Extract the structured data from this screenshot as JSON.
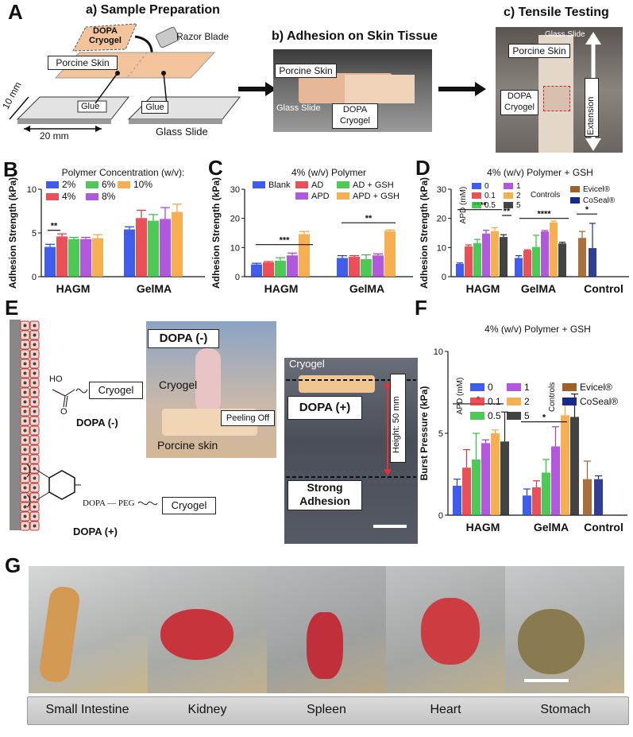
{
  "panel_letters": {
    "a": "A",
    "b": "B",
    "c": "C",
    "d": "D",
    "e": "E",
    "f": "F",
    "g": "G"
  },
  "panelA": {
    "step_a_title": "a) Sample Preparation",
    "step_b_title": "b) Adhesion on Skin Tissue",
    "step_c_title": "c) Tensile Testing",
    "dopa_cryogel": [
      "DOPA",
      "Cryogel"
    ],
    "razor_blade": "Razor Blade",
    "porcine_skin": "Porcine Skin",
    "glue": "Glue",
    "glass_slide": "Glass Slide",
    "dim_10": "10 mm",
    "dim_20": "20 mm",
    "b_porcine_skin": "Porcine Skin",
    "b_glass_slide": "Glass Slide",
    "b_dopa_cryogel": [
      "DOPA",
      "Cryogel"
    ],
    "c_glass_slide": "Glass Slide",
    "c_porcine_skin": "Porcine Skin",
    "c_dopa_cryogel": [
      "DOPA",
      "Cryogel"
    ],
    "c_extension": "Extension"
  },
  "panelE": {
    "ho": "HO",
    "o": "O",
    "cryogel_box": "Cryogel",
    "dopa_minus": "DOPA (-)",
    "dopa_plus": "DOPA (+)",
    "chain": "DOPA — PEG",
    "photo1_title": "DOPA (-)",
    "photo1_cryogel": "Cryogel",
    "photo1_peeling": "Peeling Off",
    "photo1_skin": "Porcine skin",
    "photo2_cryogel": "Cryogel",
    "photo2_dopa": "DOPA (+)",
    "photo2_height": "Height: 50 mm",
    "photo2_strong": [
      "Strong",
      "Adhesion"
    ]
  },
  "panelG": {
    "labels": [
      "Small Intestine",
      "Kidney",
      "Spleen",
      "Heart",
      "Stomach"
    ]
  },
  "colors": {
    "blue": "#1f3fe6",
    "red": "#e8303a",
    "green": "#2fbf3a",
    "purple": "#a43bd6",
    "orange": "#f5a133",
    "black": "#222222",
    "brown": "#a0602a",
    "navy": "#1a2a8a"
  },
  "chart_data": [
    {
      "id": "B",
      "type": "bar",
      "title": "Polymer Concentration (w/v):",
      "ylabel": "Adhesion Strength (kPa)",
      "ylim": [
        0,
        10
      ],
      "yticks": [
        0,
        5,
        10
      ],
      "categories": [
        "HAGM",
        "GelMA"
      ],
      "series": [
        {
          "name": "2%",
          "values": [
            3.4,
            5.4
          ],
          "errors": [
            0.3,
            0.3
          ]
        },
        {
          "name": "4%",
          "values": [
            4.6,
            6.7
          ],
          "errors": [
            0.3,
            0.9
          ]
        },
        {
          "name": "6%",
          "values": [
            4.3,
            6.4
          ],
          "errors": [
            0.2,
            0.7
          ]
        },
        {
          "name": "8%",
          "values": [
            4.3,
            6.6
          ],
          "errors": [
            0.2,
            1.3
          ]
        },
        {
          "name": "10%",
          "values": [
            4.4,
            7.4
          ],
          "errors": [
            0.4,
            0.9
          ]
        }
      ],
      "significance": [
        "**"
      ]
    },
    {
      "id": "C",
      "type": "bar",
      "title": "4% (w/v) Polymer",
      "ylabel": "Adhesion Strength (kPa)",
      "ylim": [
        0,
        30
      ],
      "yticks": [
        0,
        10,
        20,
        30
      ],
      "categories": [
        "HAGM",
        "GelMA"
      ],
      "series": [
        {
          "name": "Blank",
          "values": [
            4.2,
            6.4
          ],
          "errors": [
            0.4,
            0.8
          ]
        },
        {
          "name": "AD",
          "values": [
            4.9,
            6.8
          ],
          "errors": [
            0.3,
            0.4
          ]
        },
        {
          "name": "AD + GSH",
          "values": [
            5.5,
            6.0
          ],
          "errors": [
            1.0,
            1.5
          ]
        },
        {
          "name": "APD",
          "values": [
            7.3,
            7.3
          ],
          "errors": [
            0.8,
            0.5
          ]
        },
        {
          "name": "APD + GSH",
          "values": [
            14.6,
            15.6
          ],
          "errors": [
            0.9,
            0.4
          ]
        }
      ],
      "significance": [
        "***",
        "**"
      ]
    },
    {
      "id": "D",
      "type": "bar",
      "title": "4% (w/v) Polymer + GSH",
      "ylabel": "Adhesion Strength (kPa)",
      "ylim": [
        0,
        30
      ],
      "yticks": [
        0,
        10,
        20,
        30
      ],
      "categories": [
        "HAGM",
        "GelMA",
        "Control"
      ],
      "legend_title": "APD (mM)",
      "controls_title": "Controls",
      "series": [
        {
          "name": "0",
          "values": [
            4.4,
            6.4
          ],
          "errors": [
            0.3,
            0.8
          ]
        },
        {
          "name": "0.1",
          "values": [
            10.4,
            9.0
          ],
          "errors": [
            0.5,
            0.2
          ]
        },
        {
          "name": "0.5",
          "values": [
            11.5,
            10.2
          ],
          "errors": [
            1.3,
            4.0
          ]
        },
        {
          "name": "1",
          "values": [
            14.8,
            15.5
          ],
          "errors": [
            1.1,
            0.3
          ]
        },
        {
          "name": "2",
          "values": [
            15.6,
            18.6
          ],
          "errors": [
            1.2,
            0.5
          ]
        },
        {
          "name": "5",
          "values": [
            13.6,
            11.4
          ],
          "errors": [
            0.8,
            0.4
          ]
        }
      ],
      "controls": [
        {
          "name": "Evicel®",
          "value": 13.3,
          "error": 2.2
        },
        {
          "name": "CoSeal®",
          "value": 9.8,
          "error": 8.5
        }
      ],
      "significance": [
        "****",
        "**",
        "****",
        "*"
      ]
    },
    {
      "id": "F",
      "type": "bar",
      "title": "4% (w/v) Polymer + GSH",
      "ylabel": "Burst Pressure (kPa)",
      "ylim": [
        0,
        10
      ],
      "yticks": [
        0,
        5,
        10
      ],
      "categories": [
        "HAGM",
        "GelMA",
        "Control"
      ],
      "legend_title": "APD (mM)",
      "controls_title": "Controls",
      "series": [
        {
          "name": "0",
          "values": [
            1.8,
            1.2
          ],
          "errors": [
            0.4,
            0.4
          ]
        },
        {
          "name": "0.1",
          "values": [
            2.9,
            1.7
          ],
          "errors": [
            1.1,
            0.4
          ]
        },
        {
          "name": "0.5",
          "values": [
            3.4,
            2.6
          ],
          "errors": [
            1.6,
            0.8
          ]
        },
        {
          "name": "1",
          "values": [
            4.4,
            4.2
          ],
          "errors": [
            0.2,
            1.2
          ]
        },
        {
          "name": "2",
          "values": [
            5.0,
            6.1
          ],
          "errors": [
            0.2,
            0.7
          ]
        },
        {
          "name": "5",
          "values": [
            4.5,
            6.0
          ],
          "errors": [
            1.8,
            1.4
          ]
        }
      ],
      "controls": [
        {
          "name": "Evicel®",
          "value": 2.2,
          "error": 1.1
        },
        {
          "name": "CoSeal®",
          "value": 2.2,
          "error": 0.2
        }
      ],
      "significance": [
        "*",
        "*"
      ]
    }
  ]
}
